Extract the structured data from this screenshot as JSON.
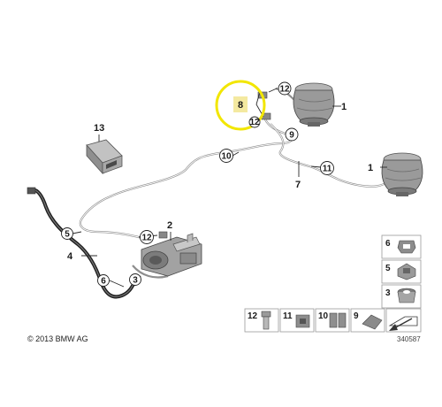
{
  "labels": {
    "p1a": "1",
    "p1b": "1",
    "p2": "2",
    "p3": "3",
    "p4": "4",
    "p5": "5",
    "p6": "6",
    "p7": "7",
    "p8": "8",
    "p9": "9",
    "p10": "10",
    "p11": "11",
    "p12a": "12",
    "p12b": "12",
    "p12c": "12",
    "p13": "13"
  },
  "legend": {
    "right": [
      "6",
      "5",
      "3"
    ],
    "bottom": [
      "12",
      "11",
      "10",
      "9"
    ]
  },
  "footer": {
    "copyright": "© 2013 BMW AG",
    "reference": "340587"
  },
  "highlight": {
    "color": "#f2e600",
    "label_fill": "#f4e9a0"
  }
}
